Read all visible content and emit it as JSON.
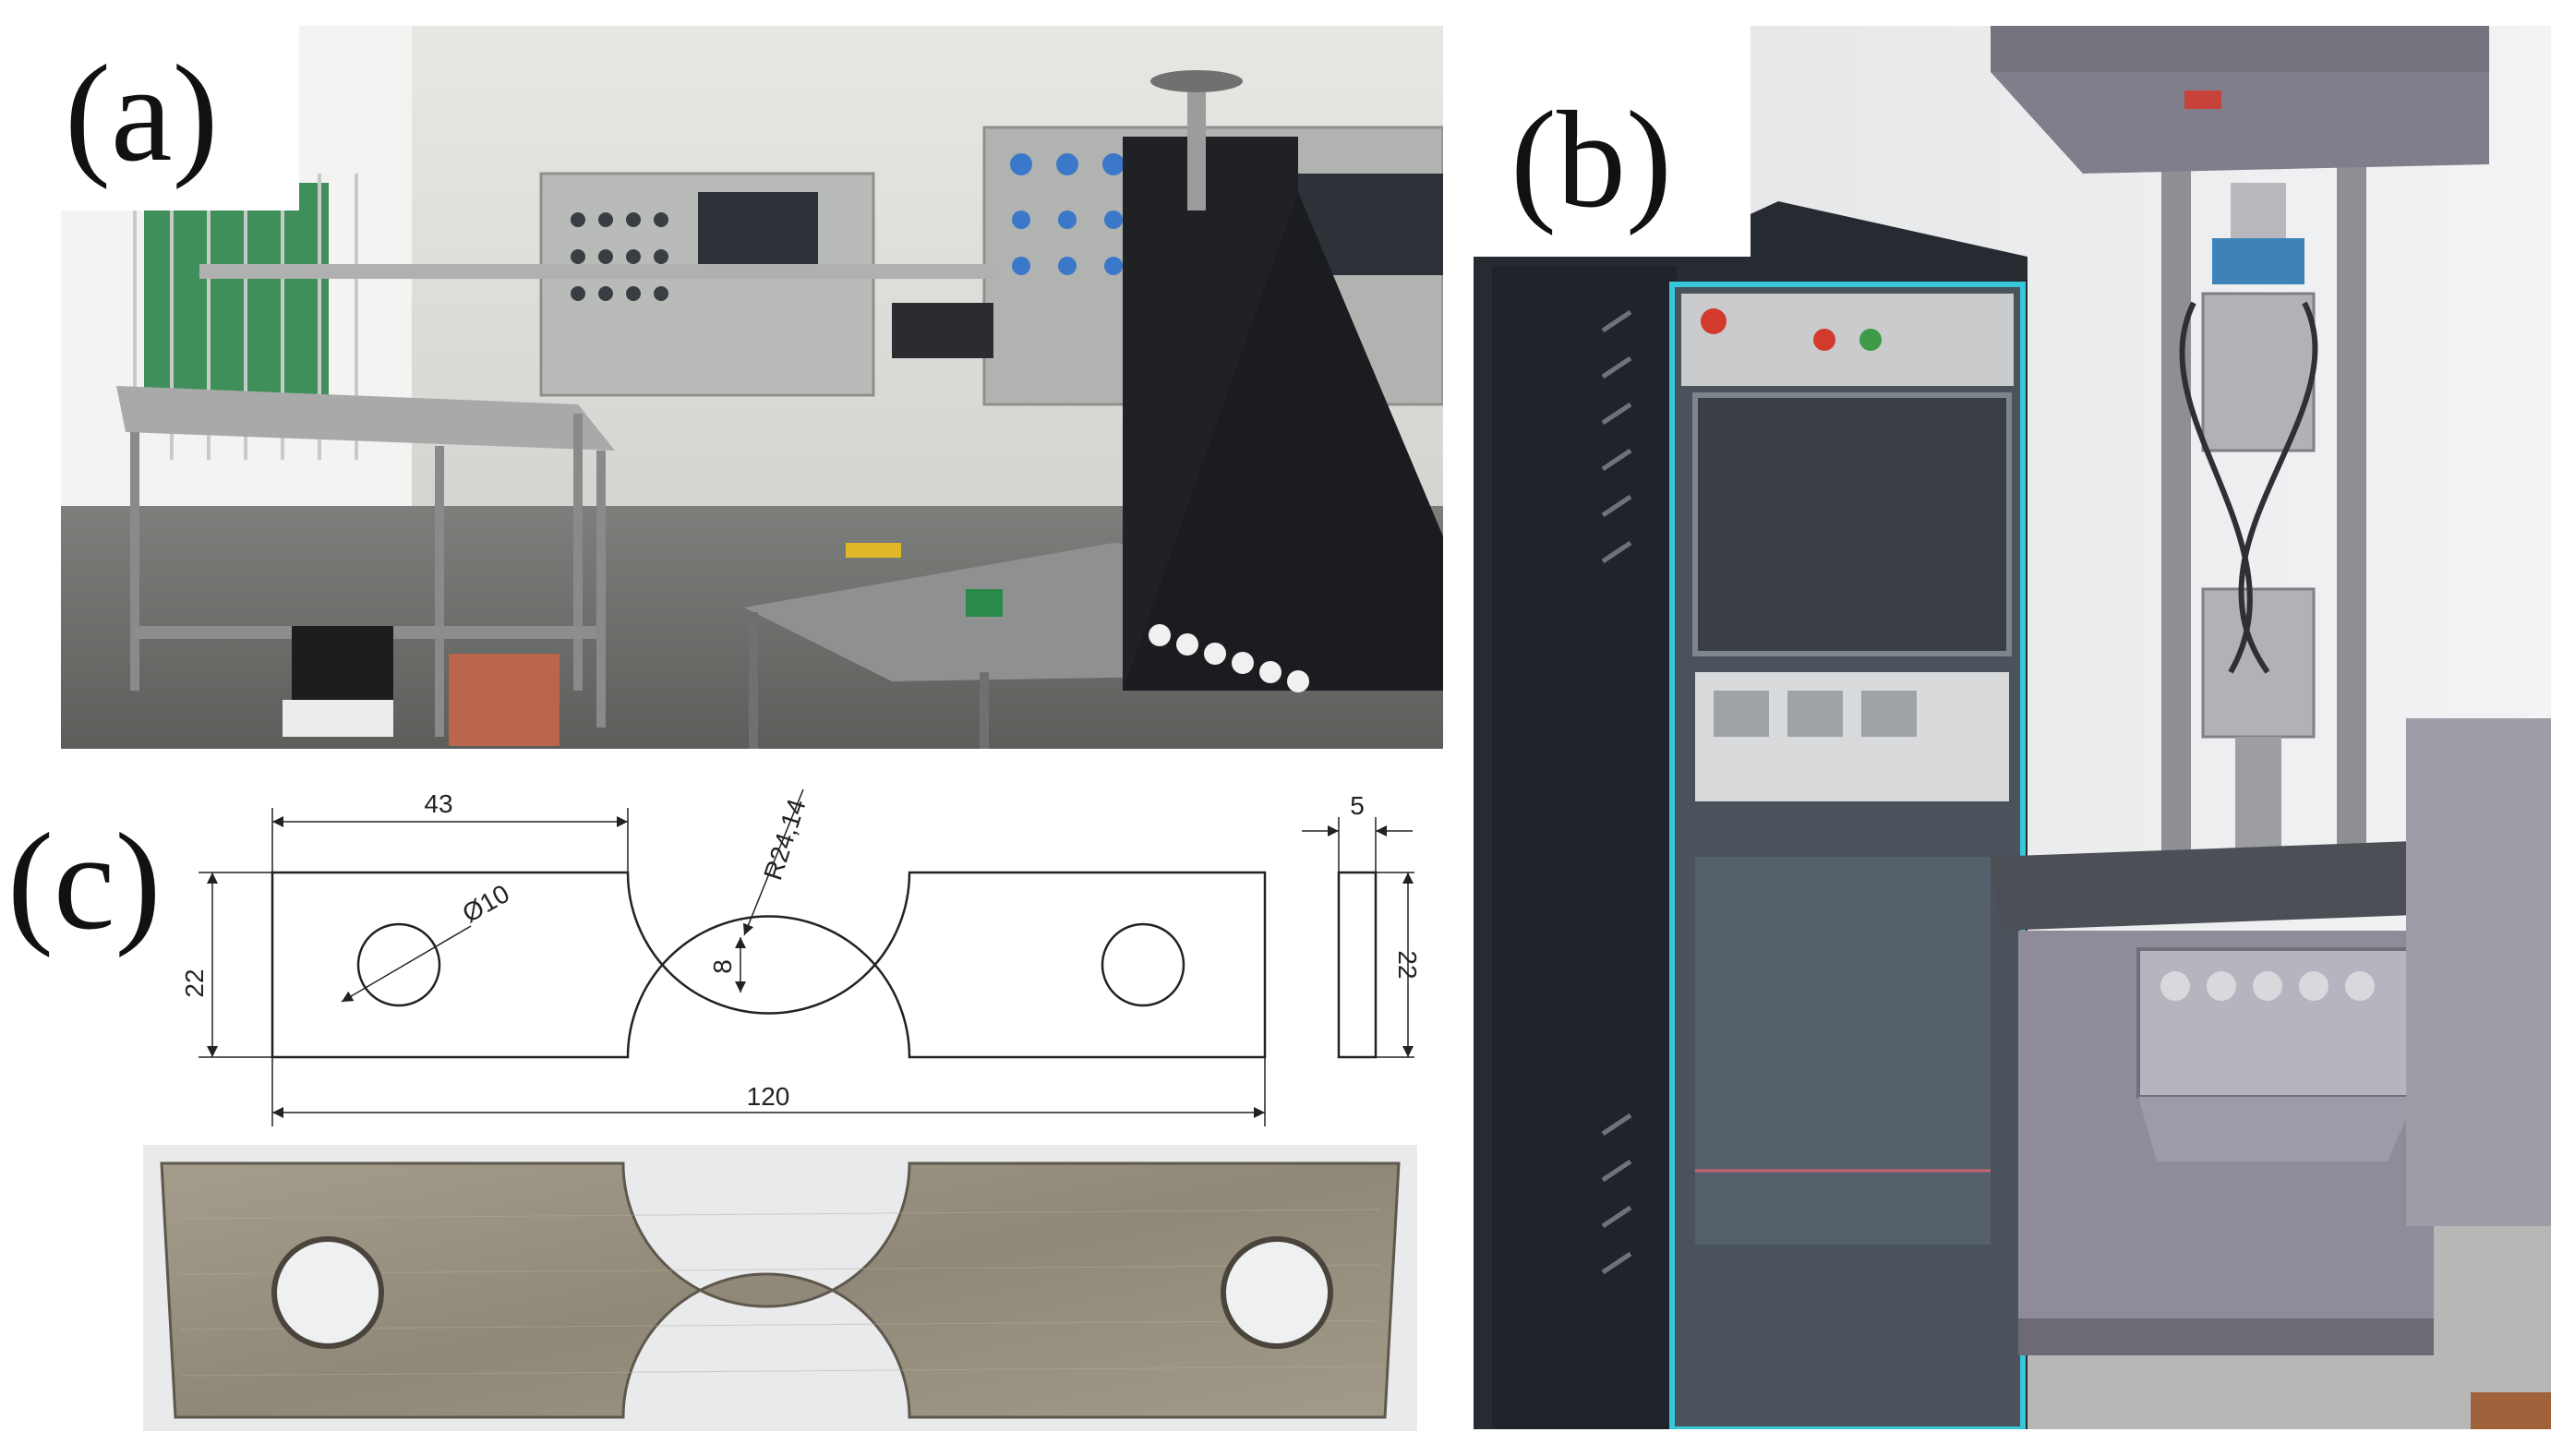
{
  "labels": {
    "a": "(a)",
    "b": "(b)",
    "c": "(c)"
  },
  "drawing": {
    "dim_head_length": "43",
    "dim_radius": "R24,14",
    "dim_hole": "Ø10",
    "dim_width": "22",
    "dim_neck": "8",
    "dim_total_length": "120",
    "dim_thickness": "5",
    "dim_side_width": "22"
  },
  "colors": {
    "lab_wall": "#d9dcd8",
    "steel": "#9a9d9c",
    "cabinet_dark": "#2a2f36",
    "machine_grey": "#8a8894",
    "specimen": "#9c9484"
  }
}
